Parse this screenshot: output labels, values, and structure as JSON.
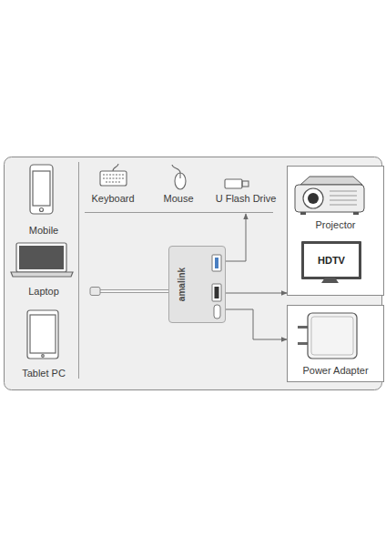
{
  "diagram": {
    "nodes": [
      {
        "text": [
          "Keyboard",
          "Mouse",
          "U Flash Drive"
        ]
      },
      {
        "text": [
          "amalink"
        ]
      },
      {
        "text": [
          "Projector"
        ]
      },
      {
        "text": [
          "HDTV"
        ],
        "in": 2
      },
      {
        "text": [
          "Power Adapter"
        ]
      }
    ],
    "edges": [
      {
        "from": 1,
        "to": 0,
        "arrow": "to"
      },
      {
        "from": 1,
        "to": 2,
        "arrow": "to"
      },
      {
        "from": 1,
        "to": 4,
        "arrow": "to"
      }
    ],
    "labels": [
      "Mobile",
      "Laptop",
      "Tablet PC"
    ]
  }
}
